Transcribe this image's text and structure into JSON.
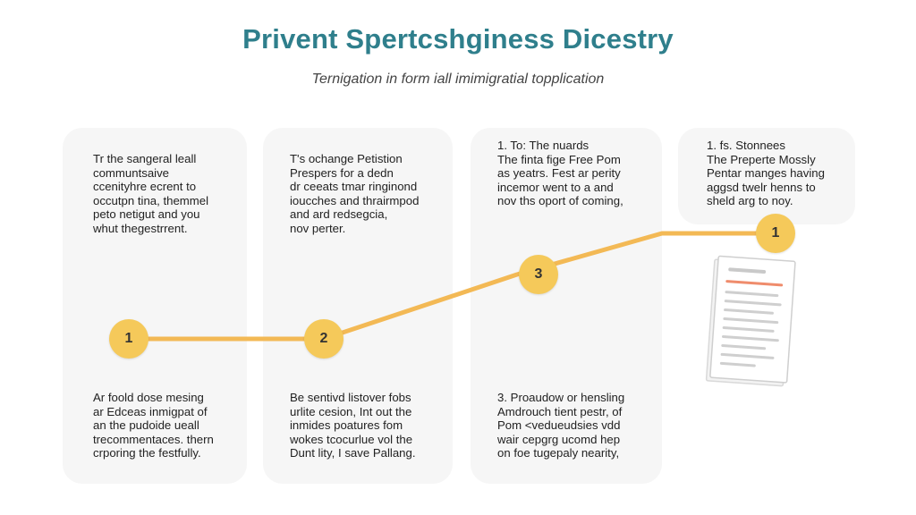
{
  "header": {
    "title": "Privent Spertcshginess Dicestry",
    "subtitle": "Ternigation in form iall imimigratial topplication"
  },
  "panels": [
    {
      "top_text": "Tr the sangeral leall\ncommuntsaive\nccenityhre ecrent to\noccutpn tina, themmel\npeto netigut and you\nwhut thegestrrent.",
      "bottom_text": "Ar foold dose mesing\nar Edceas inmigpat of\nan the pudoide ueall\ntrecommentaces. thern\ncrporing the festfully."
    },
    {
      "top_text": "T's ochange Petistion\nPrespers for a dedn\ndr ceeats tmar ringinond\nioucches and thrairmpod\nand ard redsegcia,\nnov perter.",
      "bottom_text": "Be sentivd listover fobs\nurlite cesion, Int out the\ninmides poatures fom\nwokes tcocurlue vol the\nDunt lity, I save Pallang."
    },
    {
      "top_text": "1. To: The nuards\nThe finta fige Free Pom\nas yeatrs. Fest ar perity\nincemor went to a and\nnov ths oport of coming,",
      "bottom_text": "3. Proaudow or hensling\nAmdrouch tient pestr, of\nPom <vedueudsies vdd\nwair cepgrg ucomd hep\non foe tugepaly nearity,"
    },
    {
      "top_text": "1. fs. Stonnees\nThe Preperte Mossly\nPentar manges having\naggsd twelr henns to\nsheld arg to noy."
    }
  ],
  "steps": [
    {
      "label": "1"
    },
    {
      "label": "2"
    },
    {
      "label": "3"
    },
    {
      "label": "1"
    }
  ],
  "colors": {
    "title": "#2f7f8c",
    "connector": "#f3b955",
    "node": "#f5c95a",
    "panel": "#f6f6f6",
    "doc_accent": "#ef8c6c"
  },
  "icons": [
    "document-icon"
  ]
}
